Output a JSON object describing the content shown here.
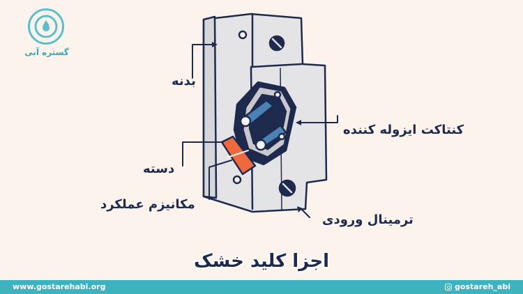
{
  "brand": {
    "logo_text": "گستره آبی"
  },
  "labels": {
    "body": "بدنه",
    "isolating_contact": "کنتاکت ایزوله کننده",
    "handle": "دسته",
    "mechanism": "مکانیزم عملکرد",
    "input_terminal": "ترمینال ورودی"
  },
  "title": "اجزا کلید خشک",
  "footer": {
    "website": "www.gostarehabi.org",
    "instagram": "gostareh_abi"
  },
  "colors": {
    "background": "#fbf3ec",
    "footer": "#3eb3bf",
    "outline": "#1d2a4d",
    "handle": "#ee6a3c",
    "contact": "#4b82b6",
    "body": "#e4e3e6"
  }
}
